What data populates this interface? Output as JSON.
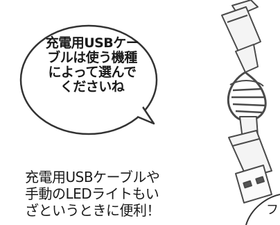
{
  "bubble": {
    "lines": [
      "充電用USBケー",
      "ブルは使う機種",
      "によって選んで",
      "くださいね"
    ]
  },
  "caption": {
    "lines": [
      "充電用USBケーブルや",
      "手動のLEDライトもい",
      "ざというときに便利！"
    ]
  },
  "partial_bubble_glyphs": "フ ク",
  "colors": {
    "cable": "#f2f2f2",
    "outline": "#4a4a4a",
    "text": "#1a1a1a"
  }
}
